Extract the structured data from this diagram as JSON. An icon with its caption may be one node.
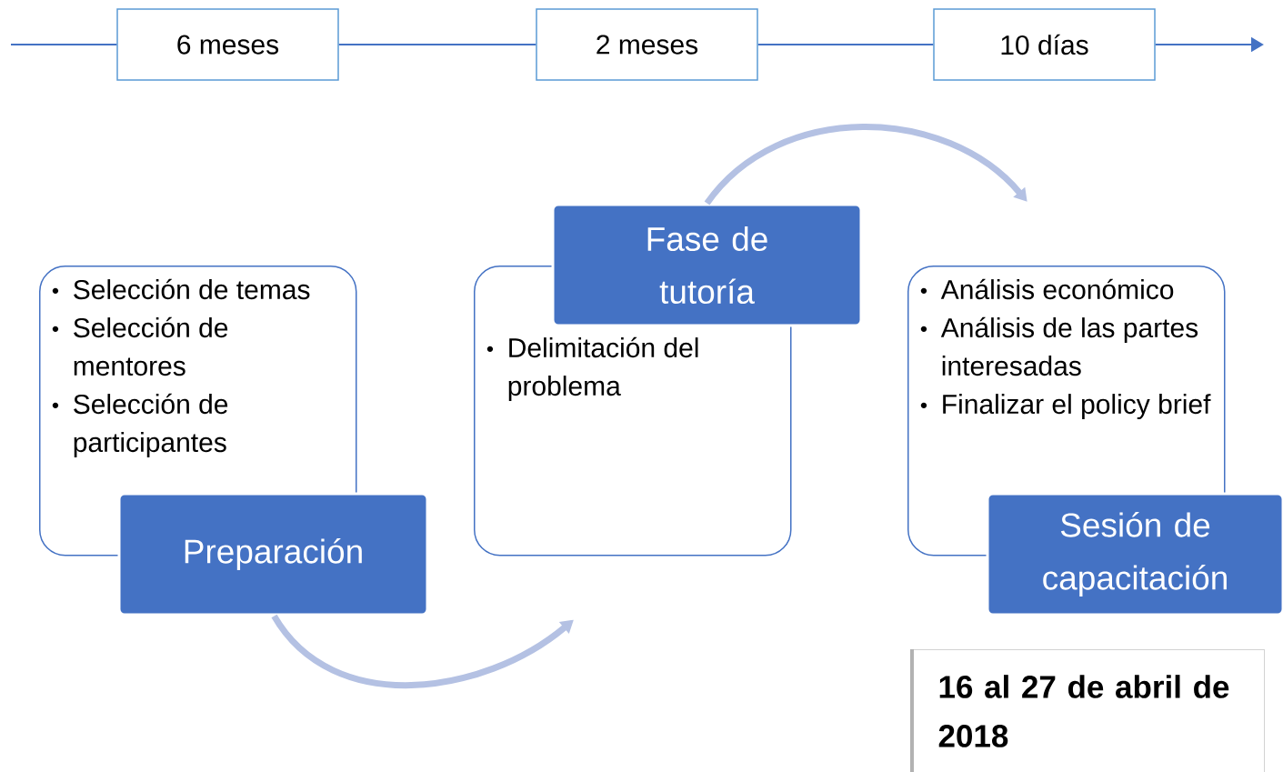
{
  "diagram": {
    "nodes": [
      {
        "text": [
          "6 meses"
        ]
      },
      {
        "text": [
          "2 meses"
        ]
      },
      {
        "text": [
          "10 días"
        ]
      },
      {
        "text": [
          "Selección de temas",
          "Selección de mentores",
          "Selección de participantes"
        ]
      },
      {
        "text": [
          "Preparación"
        ]
      },
      {
        "text": [
          "Delimitación del problema"
        ]
      },
      {
        "text": [
          "Fase de tutoría"
        ]
      },
      {
        "text": [
          "Análisis económico",
          "Análisis de las partes interesadas",
          "Finalizar el policy brief"
        ]
      },
      {
        "text": [
          "Sesión de capacitación"
        ]
      },
      {
        "text": [
          "16 al 27 de abril de 2018"
        ]
      }
    ],
    "edges": [
      {
        "from": null,
        "to": 0,
        "arrow": "none"
      },
      {
        "from": 0,
        "to": 1,
        "arrow": "none"
      },
      {
        "from": 1,
        "to": 2,
        "arrow": "none"
      },
      {
        "from": 2,
        "to": null,
        "arrow": "to"
      },
      {
        "from": 4,
        "to": 5,
        "arrow": "to",
        "style": "thick",
        "color": "#b4c1e3"
      },
      {
        "from": 6,
        "to": 7,
        "arrow": "to",
        "style": "thick",
        "color": "#b4c1e3"
      }
    ]
  }
}
